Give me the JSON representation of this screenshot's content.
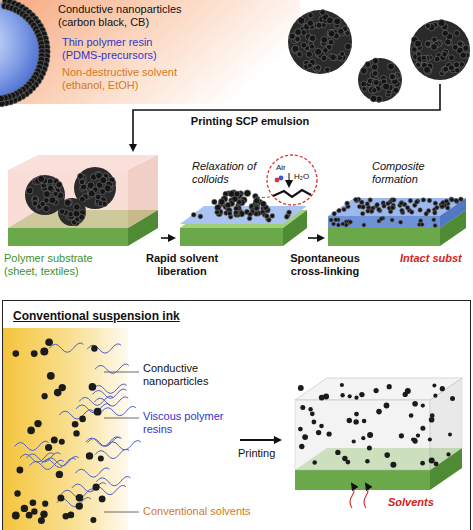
{
  "diagram": {
    "nodes": [
      {
        "text": [
          "Conventional suspension ink"
        ]
      }
    ],
    "labels": [
      "Conductive nanoparticles (carbon black, CB)",
      "Thin polymer resin (PDMS-precursors)",
      "Non-destructive solvent (ethanol, EtOH)",
      "Printing SCP emulsion",
      "Relaxation of colloids",
      "Air",
      "H₂O",
      "Composite formation",
      "Polymer substrate (sheet, textiles)",
      "Rapid solvent liberation",
      "Spontaneous cross-linking",
      "Intact subst",
      "Conductive nanoparticles",
      "Viscous polymer resins",
      "Printing",
      "Conventional solvents",
      "Solvents"
    ]
  }
}
